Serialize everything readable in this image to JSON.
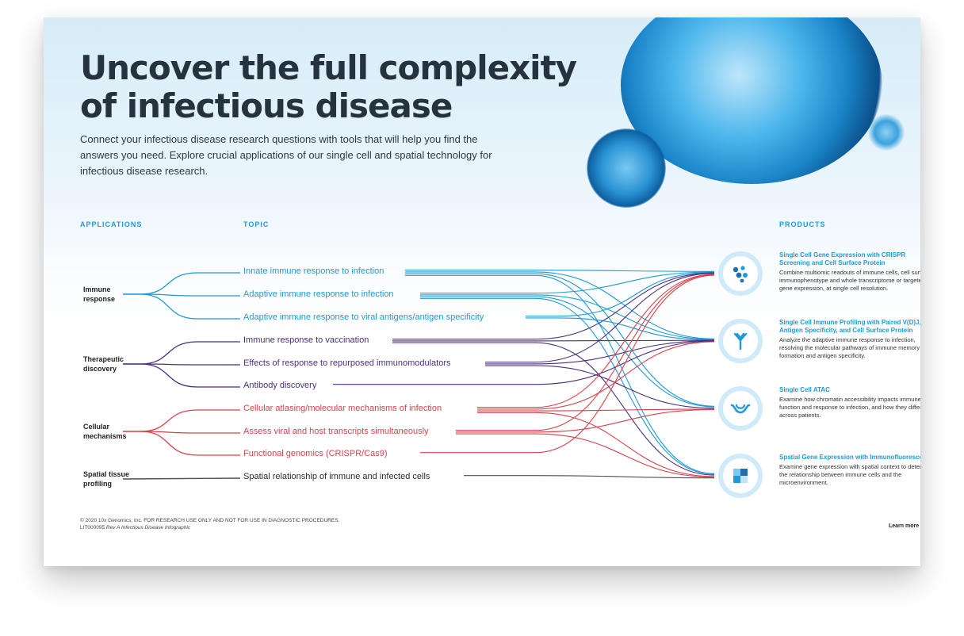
{
  "title_line1": "Uncover the full complexity",
  "title_line2": "of infectious disease",
  "intro": "Connect your infectious disease research questions with tools that will help you find the answers you need. Explore crucial applications of our single cell and spatial technology for infectious disease research.",
  "columns": {
    "applications": "APPLICATIONS",
    "topic": "TOPIC",
    "products": "PRODUCTS"
  },
  "applications": [
    {
      "line1": "Immune",
      "line2": "response"
    },
    {
      "line1": "Therapeutic",
      "line2": "discovery"
    },
    {
      "line1": "Cellular",
      "line2": "mechanisms"
    },
    {
      "line1": "Spatial tissue",
      "line2": "profiling"
    }
  ],
  "topics": [
    {
      "label": "Innate immune response to infection",
      "group": 0
    },
    {
      "label": "Adaptive immune response to infection",
      "group": 0
    },
    {
      "label": "Adaptive immune response to viral antigens/antigen specificity",
      "group": 0
    },
    {
      "label": "Immune response to vaccination",
      "group": 1
    },
    {
      "label": "Effects of response to repurposed immunomodulators",
      "group": 1
    },
    {
      "label": "Antibody discovery",
      "group": 1
    },
    {
      "label": "Cellular atlasing/molecular mechanisms of infection",
      "group": 2
    },
    {
      "label": "Assess viral and host transcripts simultaneously",
      "group": 2
    },
    {
      "label": "Functional genomics (CRISPR/Cas9)",
      "group": 2
    },
    {
      "label": "Spatial relationship of immune and infected cells",
      "group": 3
    }
  ],
  "group_colors": [
    "#1f9ad6",
    "#4b2f7f",
    "#d9414a",
    "#4a4f57"
  ],
  "products": [
    {
      "title": "Single Cell Gene Expression with CRISPR Screening and Cell Surface Protein",
      "desc": "Combine multiomic readouts of immune cells, cell surface immunophenotype and whole transcriptome or targeted gene expression, at single cell resolution.",
      "icon": "cells-dots-icon"
    },
    {
      "title": "Single Cell Immune Profiling with Paired V(D)J, Antigen Specificity, and Cell Surface Protein",
      "desc": "Analyze the adaptive immune response to infection, resolving the molecular pathways of immune memory formation and antigen specificity.",
      "icon": "antibody-icon"
    },
    {
      "title": "Single Cell ATAC",
      "desc": "Examine how chromatin accessibility impacts immune cell function and response to infection, and how they differ across patients.",
      "icon": "chromatin-icon"
    },
    {
      "title": "Spatial Gene Expression with Immunofluorescence",
      "desc": "Examine gene expression with spatial context to determine the relationship between immune cells and the microenvironment.",
      "icon": "tissue-square-icon"
    }
  ],
  "links": [
    [
      0,
      0
    ],
    [
      0,
      1
    ],
    [
      0,
      2
    ],
    [
      0,
      3
    ],
    [
      1,
      0
    ],
    [
      1,
      1
    ],
    [
      1,
      2
    ],
    [
      1,
      3
    ],
    [
      2,
      0
    ],
    [
      2,
      1
    ],
    [
      3,
      0
    ],
    [
      3,
      1
    ],
    [
      3,
      3
    ],
    [
      4,
      0
    ],
    [
      4,
      1
    ],
    [
      4,
      2
    ],
    [
      5,
      1
    ],
    [
      6,
      0
    ],
    [
      6,
      1
    ],
    [
      6,
      2
    ],
    [
      6,
      3
    ],
    [
      7,
      0
    ],
    [
      7,
      2
    ],
    [
      7,
      3
    ],
    [
      8,
      0
    ],
    [
      9,
      3
    ]
  ],
  "footer": {
    "copyright": "© 2020 10x Genomics, Inc. FOR RESEARCH USE ONLY AND NOT FOR USE IN DIAGNOSTIC PROCEDURES.",
    "code": "LIT000095",
    "doc": "Rev A Infectious Disease Infographic"
  },
  "learn_more": "Learn more"
}
